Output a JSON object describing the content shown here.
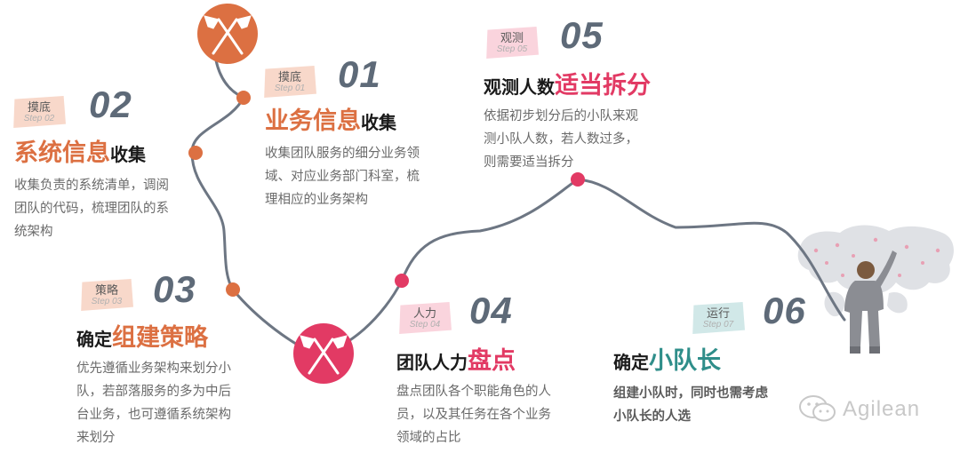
{
  "colors": {
    "accent_orange": "#dc7042",
    "accent_pink": "#e23a64",
    "accent_teal": "#2f8e8a",
    "path_gray": "#6d7683",
    "tag_peach": "#f7d4c4",
    "tag_pink": "#f9cfd9",
    "tag_teal": "#cce6e5"
  },
  "steps": [
    {
      "num": "01",
      "tag": "摸底",
      "sub": "Step 01",
      "title_hl": "业务信息",
      "title_tail": "收集",
      "title_head": "",
      "desc": [
        "收集团队服务的细分业务领",
        "域、对应业务部门科室，梳",
        "理相应的业务架构"
      ]
    },
    {
      "num": "02",
      "tag": "摸底",
      "sub": "Step 02",
      "title_hl": "系统信息",
      "title_tail": "收集",
      "title_head": "",
      "desc": [
        "收集负责的系统清单，调阅",
        "团队的代码，梳理团队的系",
        "统架构"
      ]
    },
    {
      "num": "03",
      "tag": "策略",
      "sub": "Step 03",
      "title_head": "确定",
      "title_hl": "组建策略",
      "title_tail": "",
      "desc": [
        "优先遵循业务架构来划分小",
        "队，若部落服务的多为中后",
        "台业务，也可遵循系统架构",
        "来划分"
      ]
    },
    {
      "num": "04",
      "tag": "人力",
      "sub": "Step 04",
      "title_head": "团队人力",
      "title_hl": "盘点",
      "title_tail": "",
      "desc": [
        "盘点团队各个职能角色的人",
        "员，以及其任务在各个业务",
        "领域的占比"
      ]
    },
    {
      "num": "05",
      "tag": "观测",
      "sub": "Step 05",
      "title_head": "观测人数",
      "title_hl": "适当拆分",
      "title_tail": "",
      "desc": [
        "依据初步划分后的小队来观",
        "测小队人数，若人数过多，",
        "则需要适当拆分"
      ]
    },
    {
      "num": "06",
      "tag": "运行",
      "sub": "Step 07",
      "title_head": "确定",
      "title_hl": "小队长",
      "title_tail": "",
      "desc": [
        "组建小队时，同时也需考虑",
        "小队长的人选"
      ]
    }
  ],
  "watermark": {
    "text": "Agilean",
    "icon": "wechat-icon"
  },
  "icons": {
    "milestone_top": "crossed-flags-icon",
    "milestone_bottom": "crossed-flags-icon",
    "illustration": "person-world-map-icon"
  }
}
